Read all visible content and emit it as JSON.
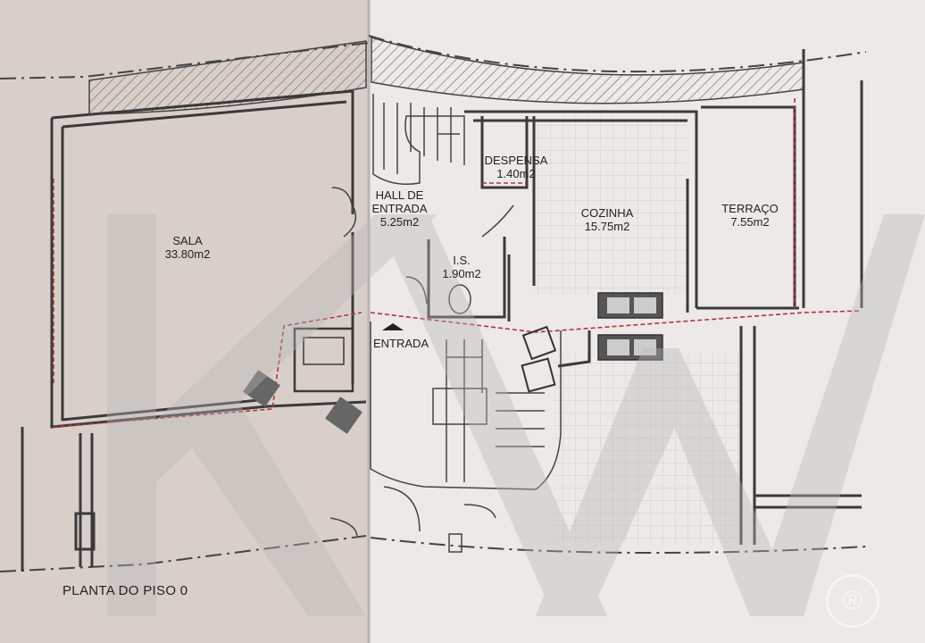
{
  "plan_title": "PLANTA DO PISO 0",
  "rooms": {
    "sala": {
      "name": "SALA",
      "area": "33.80m2"
    },
    "despensa": {
      "name": "DESPENSA",
      "area": "1.40m2"
    },
    "hall": {
      "name_line1": "HALL DE",
      "name_line2": "ENTRADA",
      "area": "5.25m2"
    },
    "cozinha": {
      "name": "COZINHA",
      "area": "15.75m2"
    },
    "terraco": {
      "name": "TERRAÇO",
      "area": "7.55m2"
    },
    "is": {
      "name": "I.S.",
      "area": "1.90m2"
    }
  },
  "entrance_label": "ENTRADA",
  "watermark": {
    "letters": "KW",
    "mark": "®"
  },
  "colors": {
    "paper_left": "#d9cfca",
    "paper_right": "#ece9e6",
    "wall": "#3a3a3a",
    "red_line": "#b3343a",
    "watermark": "#b8b8b8"
  }
}
